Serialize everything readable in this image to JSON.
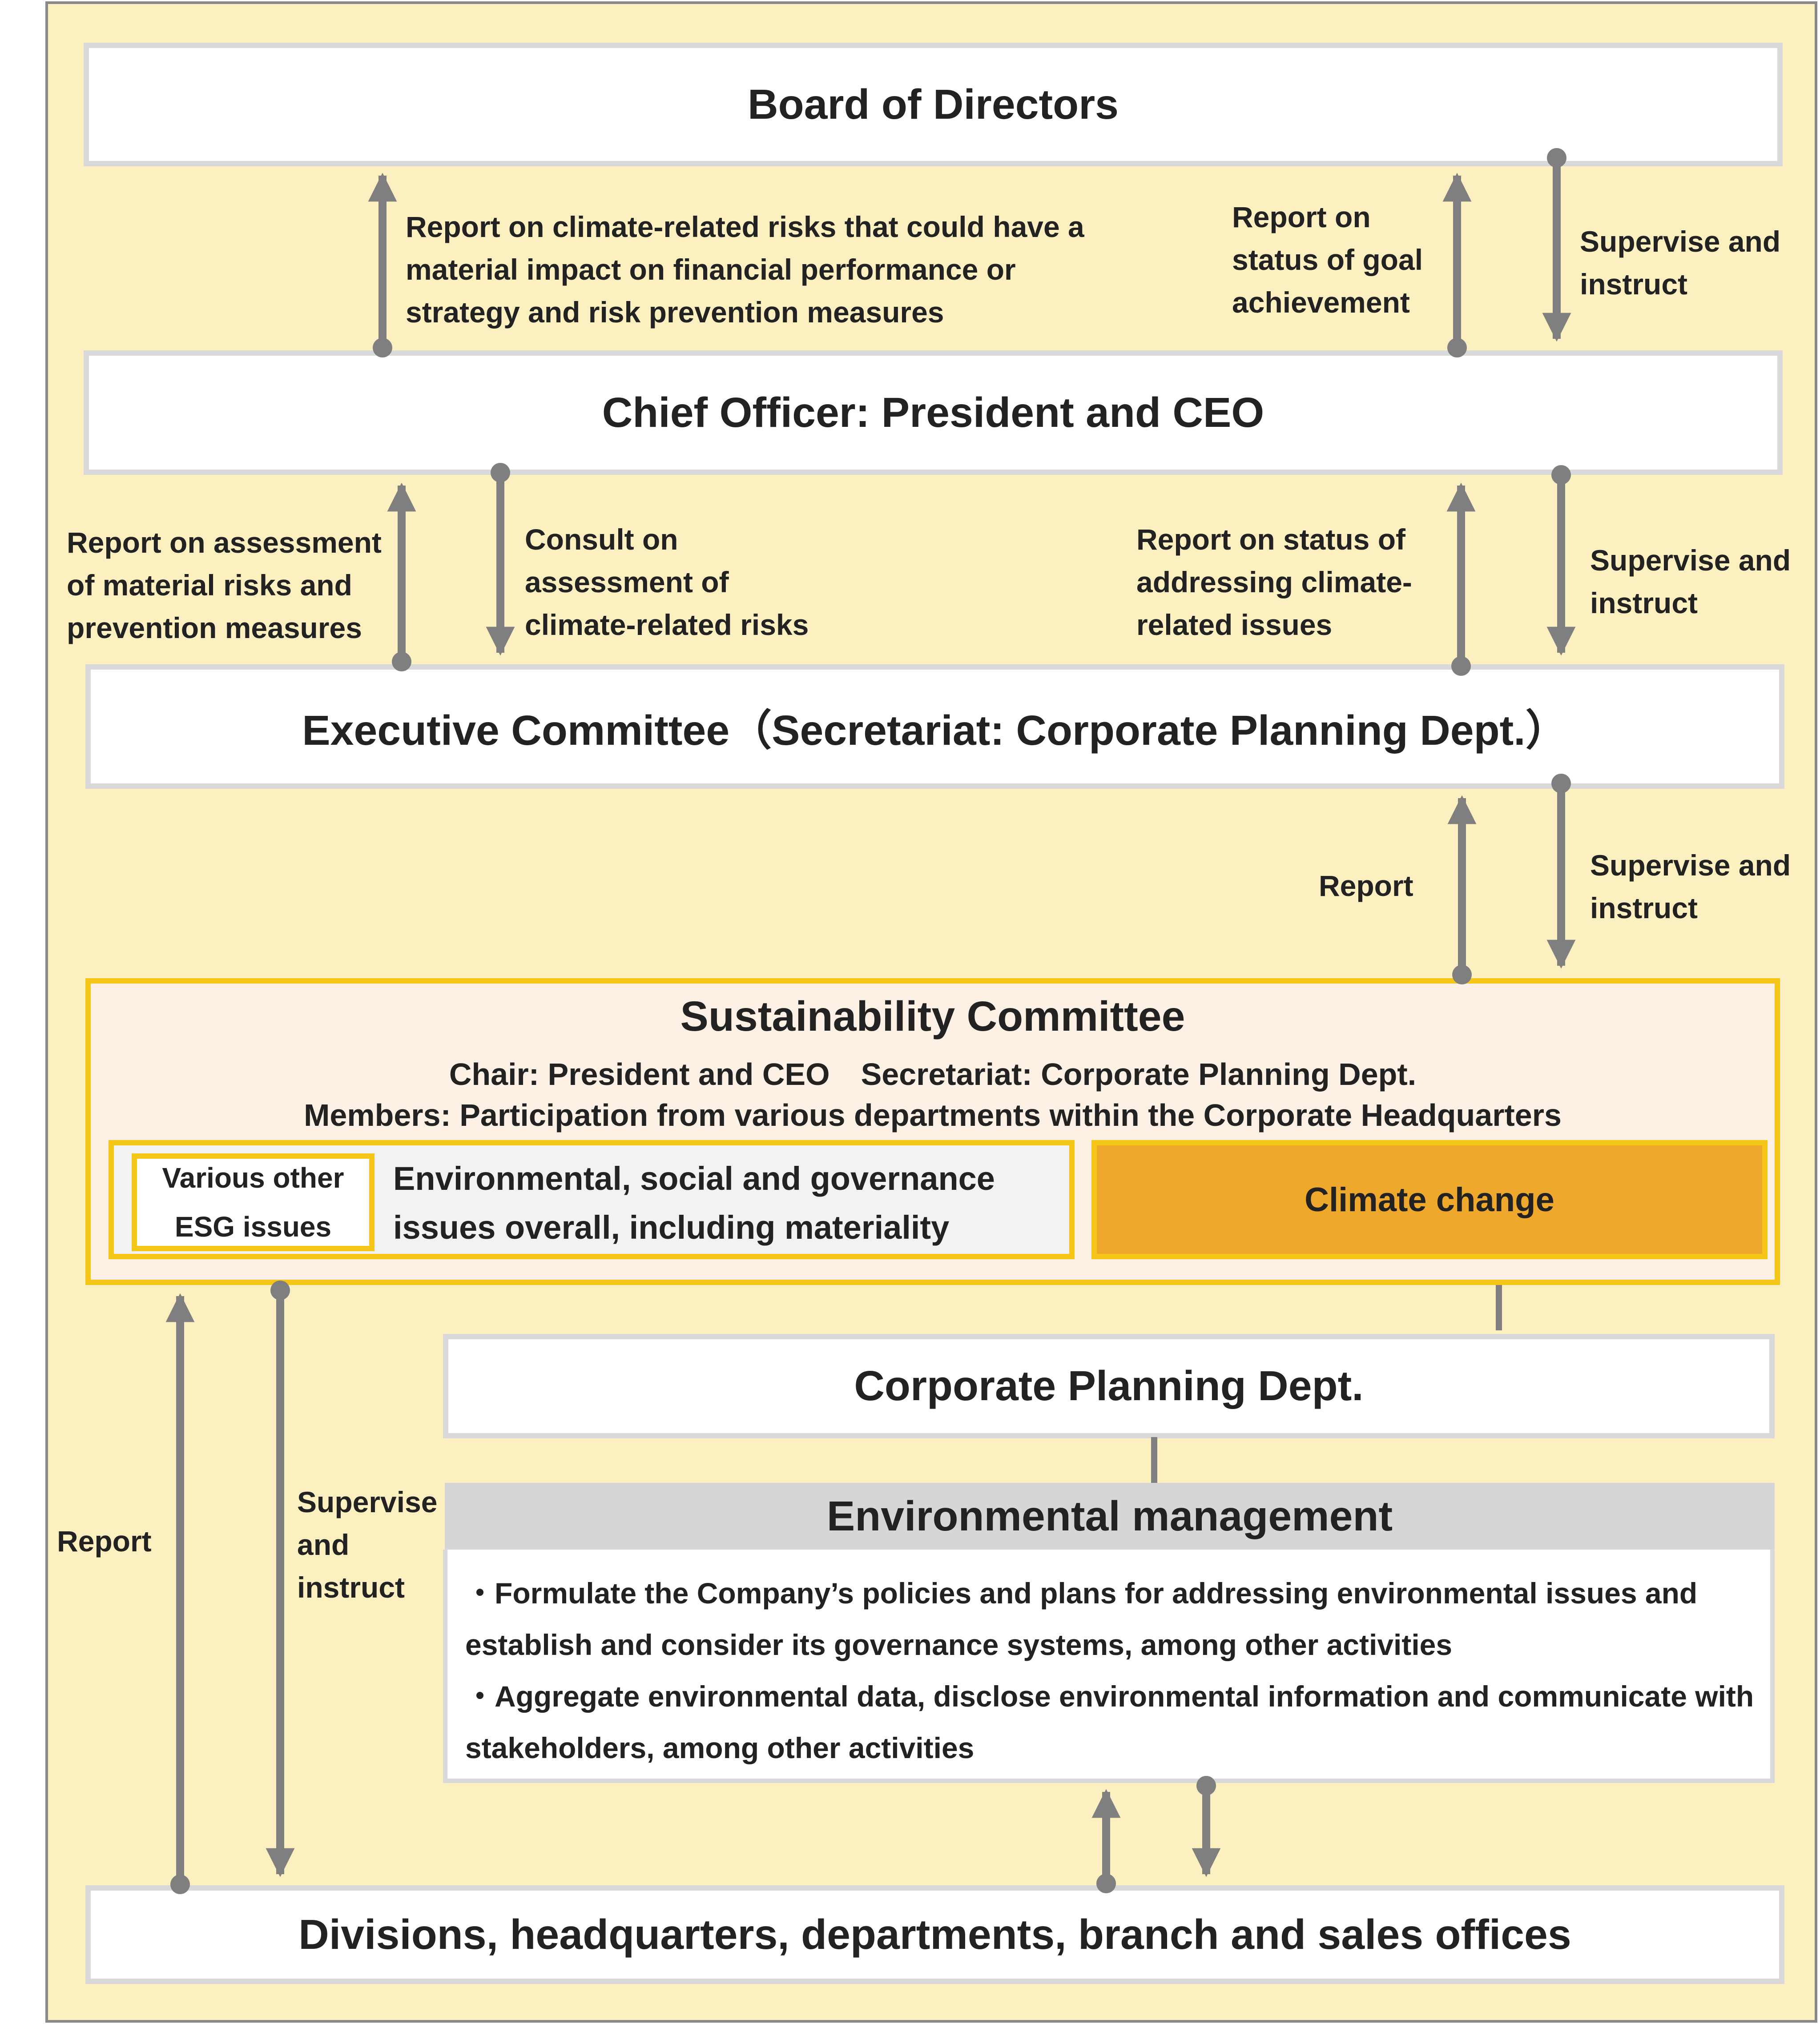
{
  "boxes": {
    "board": "Board of Directors",
    "chief": "Chief Officer: President and CEO",
    "executive": "Executive Committee（Secretariat: Corporate Planning Dept.）",
    "corporate_planning": "Corporate Planning Dept.",
    "divisions": "Divisions, headquarters, departments, branch and sales offices"
  },
  "sustainability": {
    "title": "Sustainability Committee",
    "chair_line": "Chair: President and CEO　Secretariat: Corporate Planning Dept.",
    "members_line": "Members: Participation from various departments within the Corporate Headquarters",
    "esg_inner": [
      "Various other",
      "ESG issues"
    ],
    "esg_text": [
      "Environmental, social and governance",
      "issues overall, including materiality"
    ],
    "climate": "Climate change"
  },
  "environmental": {
    "title": "Environmental management",
    "bullets": [
      "・Formulate the Company’s policies and plans for addressing environmental issues and",
      "establish and consider its governance systems, among other activities",
      "・Aggregate environmental data, disclose environmental information and communicate with",
      "stakeholders, among other activities"
    ]
  },
  "labels": {
    "board_report_risks": [
      "Report on climate-related risks that could have a",
      "material impact on financial performance or",
      "strategy and risk prevention measures"
    ],
    "board_report_goal": [
      "Report on",
      "status of goal",
      "achievement"
    ],
    "board_supervise": [
      "Supervise and",
      "instruct"
    ],
    "chief_report_assessment": [
      "Report on assessment",
      "of material risks and",
      "prevention measures"
    ],
    "chief_consult": [
      "Consult on",
      "assessment of",
      "climate-related risks"
    ],
    "chief_report_status": [
      "Report on status of",
      "addressing climate-",
      "related issues"
    ],
    "chief_supervise": [
      "Supervise and",
      "instruct"
    ],
    "exec_report": "Report",
    "exec_supervise": [
      "Supervise and",
      "instruct"
    ],
    "left_report": "Report",
    "left_supervise": [
      "Supervise",
      "and",
      "instruct"
    ]
  },
  "colors": {
    "background": "#fdf0c0",
    "box_border": "#d9d9d9",
    "committee_border": "#f5c518",
    "committee_fill": "#fdf1e6",
    "climate_fill": "#eea82c",
    "arrow": "#7f7f7f"
  }
}
